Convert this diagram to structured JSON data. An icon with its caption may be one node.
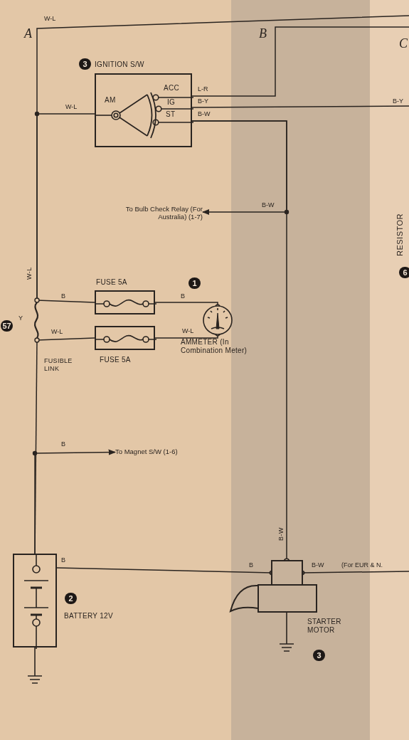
{
  "diagram": {
    "nodes": [
      {
        "text": [
          "IGNITION S/W",
          "AM",
          "ACC",
          "IG",
          "ST"
        ],
        "beside": [
          "3"
        ]
      },
      {
        "text": [
          "FUSE 5A"
        ]
      },
      {
        "text": [
          "FUSE 5A"
        ]
      },
      {
        "text": [
          "AMMETER (In Combination Meter)"
        ],
        "beside": [
          "1"
        ]
      },
      {
        "text": [
          "FUSIBLE LINK"
        ],
        "beside": [
          "57"
        ]
      },
      {
        "text": [
          "BATTERY 12V"
        ],
        "beside": [
          "2"
        ]
      },
      {
        "text": [
          "STARTER MOTOR"
        ],
        "beside": [
          "3"
        ]
      },
      {
        "text": [
          "To Bulb Check Relay (For Australia) (1-7)"
        ]
      },
      {
        "text": [
          "To Magnet S/W (1-6)"
        ]
      },
      {
        "text": [
          "RESISTOR"
        ],
        "beside": [
          "6"
        ]
      }
    ],
    "edges": [
      {
        "from": 4,
        "to": null,
        "arrow": "none",
        "label": "W-L"
      },
      {
        "from": 4,
        "to": 0,
        "arrow": "none",
        "label": "W-L"
      },
      {
        "from": 0,
        "to": null,
        "arrow": "none",
        "label": "L-R"
      },
      {
        "from": 0,
        "to": null,
        "arrow": "none",
        "label": "B-Y"
      },
      {
        "from": 0,
        "to": 6,
        "arrow": "none",
        "label": "B-W"
      },
      {
        "from": 0,
        "to": 7,
        "arrow": "to",
        "label": "B-W"
      },
      {
        "from": 4,
        "to": 1,
        "arrow": "none",
        "label": "B"
      },
      {
        "from": 1,
        "to": 3,
        "arrow": "none",
        "label": "B"
      },
      {
        "from": 4,
        "to": 2,
        "arrow": "none",
        "label": "W-L"
      },
      {
        "from": 2,
        "to": 3,
        "arrow": "none",
        "label": "W-L"
      },
      {
        "from": 5,
        "to": 4,
        "arrow": "none"
      },
      {
        "from": 5,
        "to": 8,
        "arrow": "to",
        "label": "B"
      },
      {
        "from": 5,
        "to": 6,
        "arrow": "none",
        "label": "B"
      },
      {
        "from": 6,
        "to": null,
        "arrow": "none",
        "label": "B-W"
      }
    ],
    "labels": [
      "A",
      "B",
      "C",
      "B-Y",
      "W-L",
      "Y",
      "B-W",
      "B",
      "(For EUR & N."
    ]
  }
}
